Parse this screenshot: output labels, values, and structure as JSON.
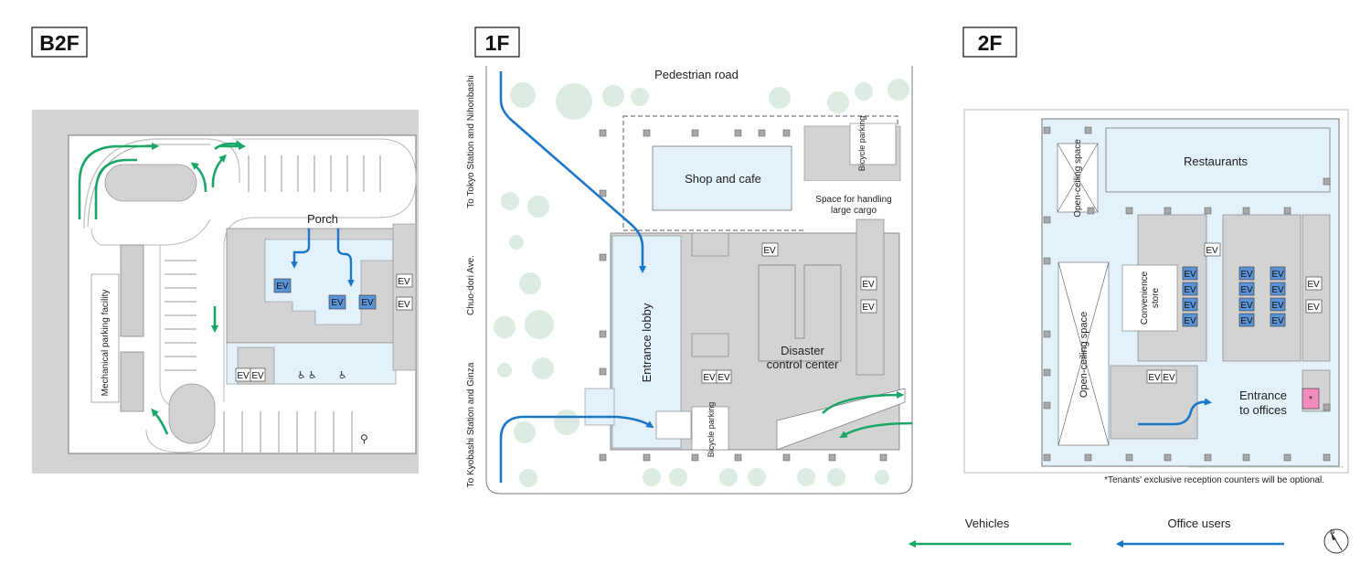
{
  "floors": {
    "b2f": {
      "label": "B2F",
      "porch": "Porch",
      "mechanical_parking": "Mechanical parking facility",
      "ev": "EV"
    },
    "f1": {
      "label": "1F",
      "pedestrian_road": "Pedestrian road",
      "to_tokyo": "To Tokyo Station and Nihonbashi",
      "chuo_dori": "Chuo-dori Ave.",
      "to_kyobashi": "To Kyobashi Station and Ginza",
      "shop_cafe": "Shop and cafe",
      "bicycle_parking": "Bicycle parking",
      "large_cargo_line1": "Space for handling",
      "large_cargo_line2": "large cargo",
      "entrance_lobby": "Entrance lobby",
      "disaster_line1": "Disaster",
      "disaster_line2": "control center",
      "ev": "EV"
    },
    "f2": {
      "label": "2F",
      "restaurants": "Restaurants",
      "open_ceiling_small": "Open-ceiling space",
      "open_ceiling_large": "Open-ceiling space",
      "convenience_line1": "Convenience",
      "convenience_line2": "store",
      "entrance_line1": "Entrance",
      "entrance_line2": "to offices",
      "ev": "EV",
      "reception_mark": "*",
      "note": "*Tenants’ exclusive reception counters will be optional."
    }
  },
  "legend": {
    "vehicles": "Vehicles",
    "office_users": "Office users"
  },
  "colors": {
    "vehicle_route": "#1aa766",
    "office_user_route": "#1a77c9",
    "light_blue_area": "#e3f1fb",
    "ev_blue": "#5b93d6",
    "gray_area": "#d2d2d2",
    "tree_green": "#dcece0",
    "reception_pink": "#f28cbf"
  }
}
